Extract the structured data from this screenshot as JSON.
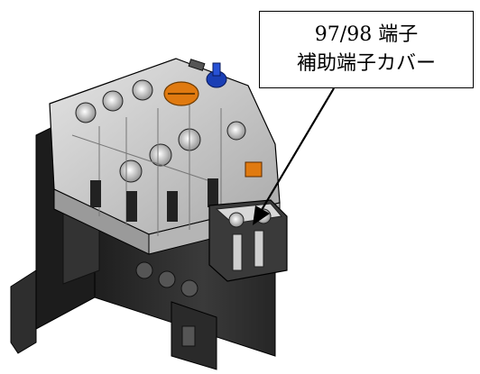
{
  "callout": {
    "line1": "97/98 端子",
    "line2": "補助端子カバー"
  },
  "colors": {
    "body_dark": "#2b2b2b",
    "cover_light": "#c9c9c9",
    "knob_orange": "#e07a10",
    "knob_blue": "#1a3fb5",
    "arrow": "#000000"
  },
  "icons": {
    "device": "thermal-overload-relay",
    "dial": "current-adjust-dial",
    "button": "reset-button"
  }
}
